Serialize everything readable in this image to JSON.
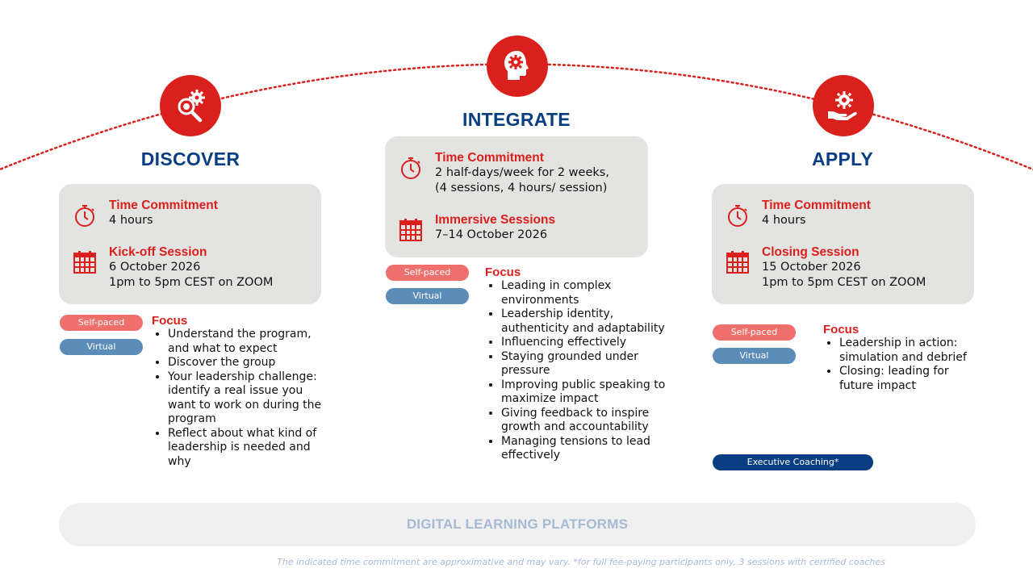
{
  "colors": {
    "accent_red": "#d9201c",
    "brand_blue": "#0a3e83",
    "card_gray": "#e3e3e1",
    "self_paced": "#ee6f6b",
    "virtual": "#5b8db8",
    "muted_blue": "#a7bad4"
  },
  "phases": {
    "discover": {
      "title": "DISCOVER",
      "icon": "magnifier-gears-icon",
      "time_label": "Time Commitment",
      "time_value": "4 hours",
      "session_label": "Kick-off Session",
      "session_date": "6 October 2026",
      "session_time": "1pm to 5pm CEST on ZOOM",
      "pill_self": "Self-paced",
      "pill_virtual": "Virtual",
      "focus_title": "Focus",
      "focus": [
        "Understand the program, and what to expect",
        "Discover the group",
        "Your leadership challenge: identify a real issue you want to work on during the program",
        "Reflect about what kind of leadership is needed and why"
      ]
    },
    "integrate": {
      "title": "INTEGRATE",
      "icon": "head-gear-icon",
      "time_label": "Time Commitment",
      "time_value_1": "2 half-days/week for 2 weeks,",
      "time_value_2": "(4 sessions, 4 hours/ session)",
      "session_label": "Immersive Sessions",
      "session_date": "7–14 October 2026",
      "pill_self": "Self-paced",
      "pill_virtual": "Virtual",
      "focus_title": "Focus",
      "focus": [
        "Leading in complex environments",
        "Leadership identity, authenticity and adaptability",
        "Influencing effectively",
        "Staying grounded under pressure",
        "Improving public speaking to maximize impact",
        "Giving feedback to inspire growth and accountability",
        "Managing tensions to lead effectively"
      ]
    },
    "apply": {
      "title": "APPLY",
      "icon": "hand-gear-icon",
      "time_label": "Time Commitment",
      "time_value": "4 hours",
      "session_label": "Closing Session",
      "session_date": "15 October 2026",
      "session_time": "1pm to 5pm CEST on ZOOM",
      "pill_self": "Self-paced",
      "pill_virtual": "Virtual",
      "focus_title": "Focus",
      "focus": [
        "Leadership in action: simulation and debrief",
        "Closing: leading for future impact"
      ],
      "coaching": "Executive Coaching*"
    }
  },
  "platforms": "DIGITAL LEARNING PLATFORMS",
  "footnote": "The indicated time commitment are approximative and may vary. *for full fee-paying participants only, 3 sessions with certified coaches"
}
